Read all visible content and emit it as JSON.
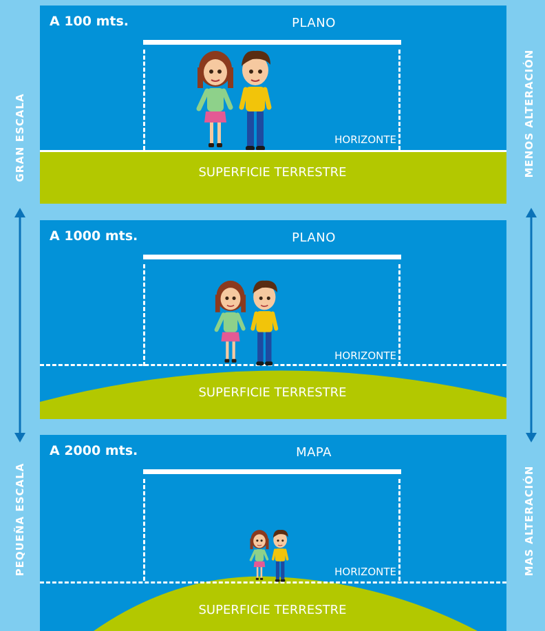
{
  "side_left": {
    "top": "GRAN ESCALA",
    "bottom": "PEQUEÑA ESCALA"
  },
  "side_right": {
    "top": "MENOS ALTERACIÓN",
    "bottom": "MAS ALTERACIÓN"
  },
  "colors": {
    "sky": "#0392d8",
    "background": "#7fcdf0",
    "ground": "#b3c800",
    "arrow": "#0a72b8"
  },
  "panels": [
    {
      "altitude": "A 100 mts.",
      "view": "PLANO",
      "horizon": "HORIZONTE",
      "surface": "SUPERFICIE TERRESTRE",
      "ground": "flat"
    },
    {
      "altitude": "A 1000 mts.",
      "view": "PLANO",
      "horizon": "HORIZONTE",
      "surface": "SUPERFICIE TERRESTRE",
      "ground": "curved"
    },
    {
      "altitude": "A 2000 mts.",
      "view": "MAPA",
      "horizon": "HORIZONTE",
      "surface": "SUPERFICIE TERRESTRE",
      "ground": "more-curved"
    }
  ]
}
